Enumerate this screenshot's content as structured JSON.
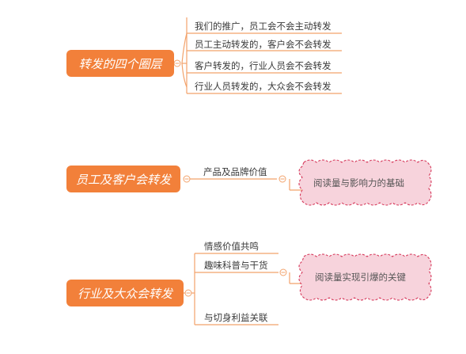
{
  "colors": {
    "topic_fill": "#f2803a",
    "connector": "#f2a26b",
    "cloud_fill": "#f7d3dc",
    "cloud_stroke": "#d63a5c"
  },
  "groups": [
    {
      "title": "转发的四个圈层",
      "items": [
        "我们的推广，员工会不会主动转发",
        "员工主动转发的，客户会不会转发",
        "客户转发的，行业人员会不会转发",
        "行业人员转发的，大众会不会转发"
      ]
    },
    {
      "title": "员工及客户会转发",
      "items": [
        "产品及品牌价值"
      ],
      "note": "阅读量与影响力的基础"
    },
    {
      "title": "行业及大众会转发",
      "items": [
        "情感价值共鸣",
        "趣味科普与干货",
        "与切身利益关联"
      ],
      "note": "阅读量实现引爆的关键"
    }
  ],
  "icons": {
    "collapse": "minus-circle-icon"
  }
}
